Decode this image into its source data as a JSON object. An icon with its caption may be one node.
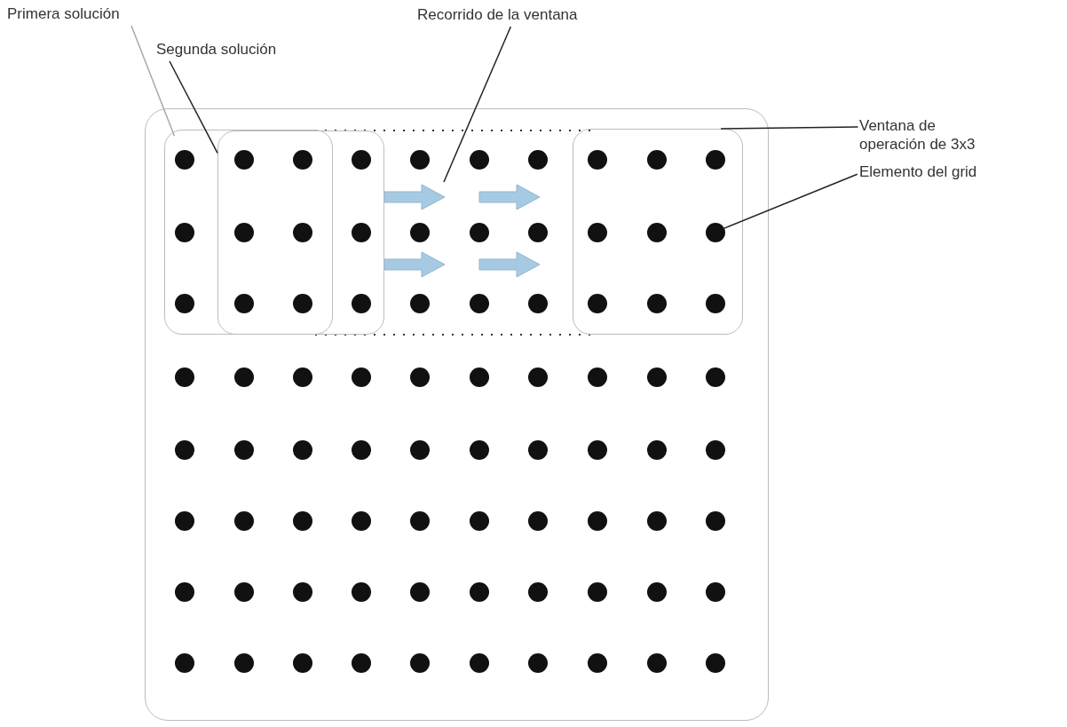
{
  "diagram": {
    "nodes": [
      {
        "text": [
          "Primera solución"
        ]
      },
      {
        "text": [
          "Segunda solución"
        ]
      },
      {
        "text": [
          "Recorrido de la ventana"
        ]
      },
      {
        "text": [
          "Ventana de operación de 3x3"
        ]
      },
      {
        "text": [
          "Elemento del grid"
        ]
      },
      {
        "text": [],
        "shape": "box"
      },
      {
        "text": [],
        "shape": "box",
        "in": 5
      },
      {
        "text": [],
        "shape": "box",
        "in": 5
      },
      {
        "text": [],
        "shape": "box",
        "in": 5
      },
      {
        "text": [],
        "shape": "circle",
        "in": 8
      }
    ],
    "edges": [
      {
        "from": 0,
        "to": 6,
        "arrow": "none",
        "color": "#a8a8a8"
      },
      {
        "from": 1,
        "to": 7,
        "arrow": "none"
      },
      {
        "from": 2,
        "to": null,
        "arrow": "none"
      },
      {
        "from": 3,
        "to": 8,
        "arrow": "none"
      },
      {
        "from": 4,
        "to": 9,
        "arrow": "none"
      }
    ]
  }
}
